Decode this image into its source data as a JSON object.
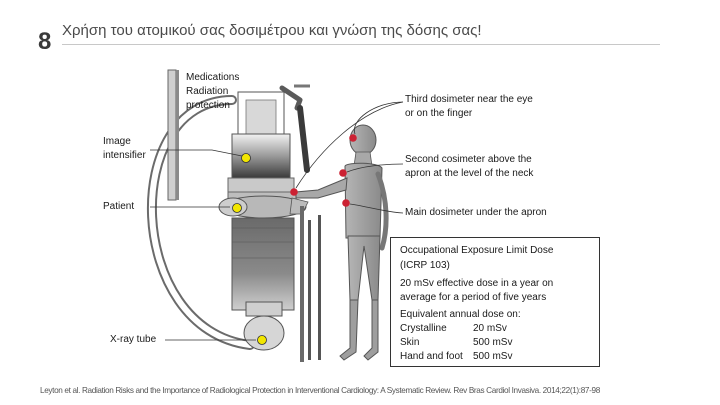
{
  "slide": {
    "number": "8",
    "title": "Χρήση του ατομικού σας δοσιμέτρου και γνώση της δόσης σας!"
  },
  "labels": {
    "medications": "Medications",
    "radiation": "Radiation",
    "protection": "protection",
    "image": "Image",
    "intensifier": "intensifier",
    "patient": "Patient",
    "xray_tube": "X-ray tube",
    "third_line1": "Third dosimeter near the eye",
    "third_line2": "or on the finger",
    "second_line1": "Second cosimeter above the",
    "second_line2": "apron at the level of the neck",
    "main": "Main dosimeter under the apron"
  },
  "info_box": {
    "title": "Occupational Exposure Limit Dose",
    "subtitle": "(ICRP 103)",
    "line1": "20 mSv effective dose in a year on",
    "line2": "average for a period of five years",
    "equiv_heading": "Equivalent annual dose on:",
    "rows": [
      {
        "organ": "Crystalline",
        "dose": "20 mSv"
      },
      {
        "organ": "Skin",
        "dose": "500 mSv"
      },
      {
        "organ": "Hand and foot",
        "dose": "500 mSv"
      }
    ]
  },
  "citation": "Leyton et al. Radiation Risks and the Importance of Radiological Protection in Interventional Cardiology: A Systematic Review. Rev Bras Cardiol Invasiva. 2014;22(1):87-98",
  "colors": {
    "dosimeter": "#cc2233",
    "marker": "#f2e600",
    "figure": "#9a9a9a"
  }
}
